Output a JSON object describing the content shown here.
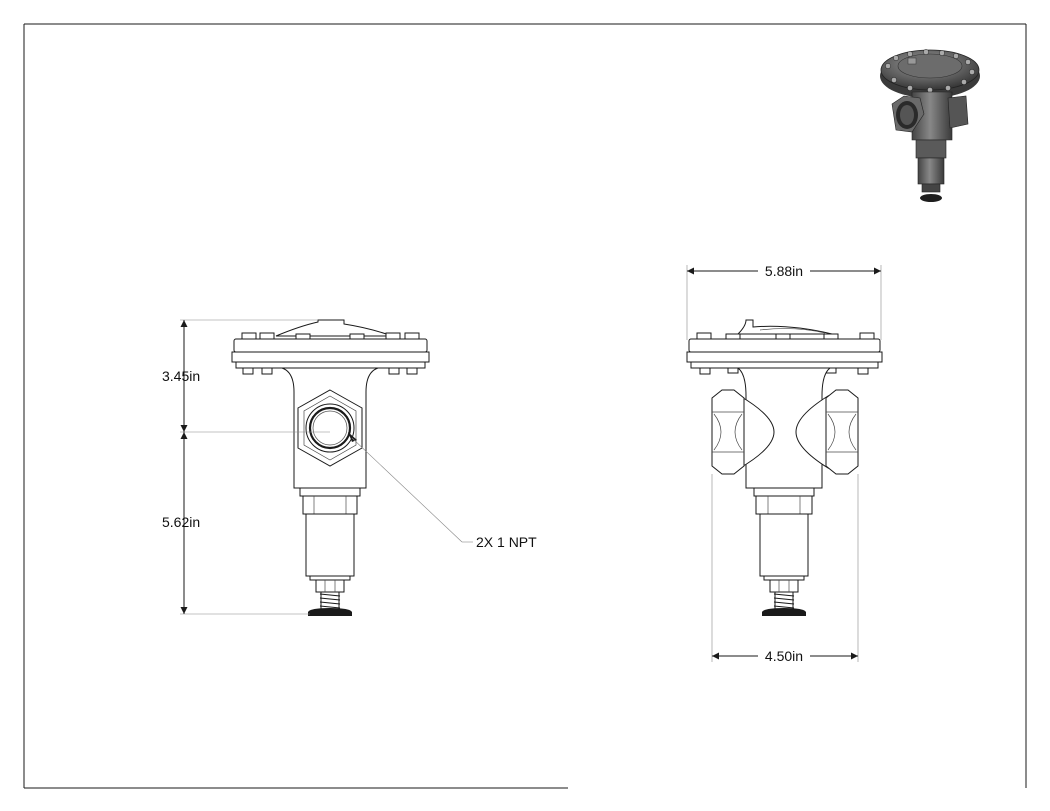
{
  "dimensions": {
    "top_height": "3.45in",
    "bottom_height": "5.62in",
    "overall_width": "5.88in",
    "port_width": "4.50in"
  },
  "callout": {
    "ports": "2X 1 NPT"
  },
  "colors": {
    "line": "#1a1a1a",
    "paper": "#ffffff",
    "iso_dark": "#3c3c3c",
    "iso_mid": "#5e5e5e",
    "iso_light": "#8a8a8a"
  }
}
